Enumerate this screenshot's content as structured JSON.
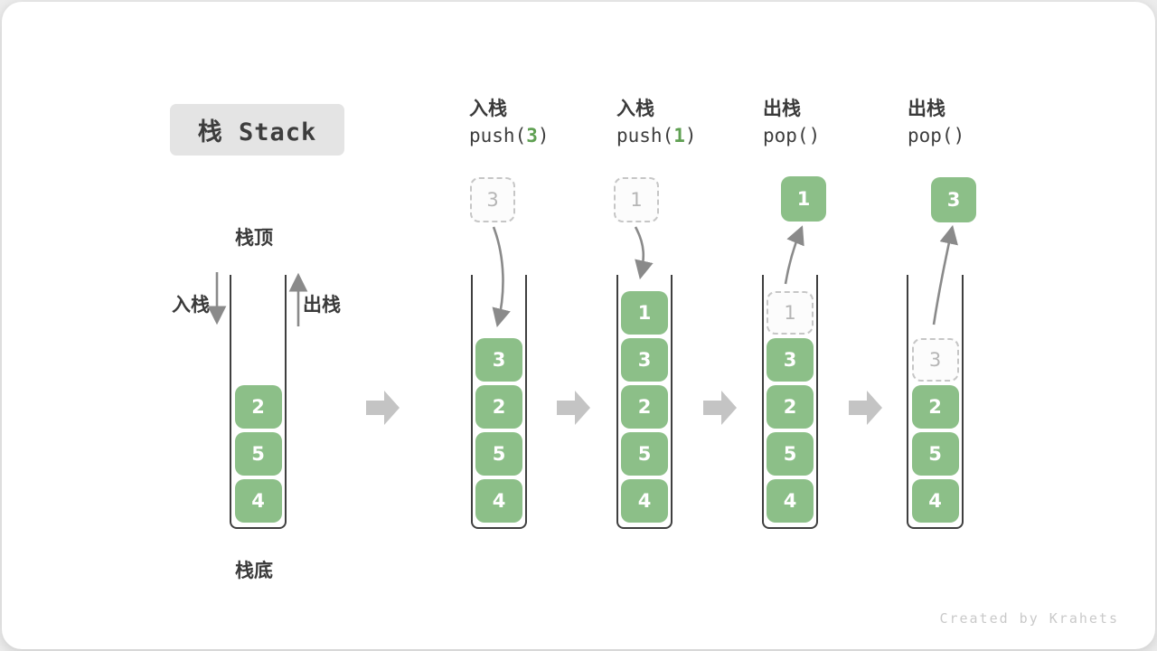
{
  "title": "栈 Stack",
  "labels": {
    "stack_top": "栈顶",
    "stack_bottom": "栈底",
    "push_side": "入栈",
    "pop_side": "出栈"
  },
  "columns": [
    {
      "name": "initial-stack",
      "cells": [
        "2",
        "5",
        "4"
      ]
    },
    {
      "op": "入栈",
      "code_before": "push(",
      "code_arg": "3",
      "code_after": ")",
      "floating_value": "3",
      "cells": [
        "3",
        "2",
        "5",
        "4"
      ]
    },
    {
      "op": "入栈",
      "code_before": "push(",
      "code_arg": "1",
      "code_after": ")",
      "floating_value": "1",
      "cells": [
        "1",
        "3",
        "2",
        "5",
        "4"
      ]
    },
    {
      "op": "出栈",
      "code_before": "pop(",
      "code_arg": "",
      "code_after": ")",
      "floating_value": "1",
      "ghost_value": "1",
      "cells": [
        "3",
        "2",
        "5",
        "4"
      ]
    },
    {
      "op": "出栈",
      "code_before": "pop(",
      "code_arg": "",
      "code_after": ")",
      "floating_value": "3",
      "ghost_value": "3",
      "cells": [
        "2",
        "5",
        "4"
      ]
    }
  ],
  "colors": {
    "cell_green": "#8cbf88",
    "code_arg_green": "#5fa052",
    "arrow_gray": "#8a8a8a",
    "block_arrow_gray": "#c4c4c4",
    "dashed_border": "#c6c6c6",
    "container_border": "#3f3f3f",
    "title_bg": "#e4e4e4"
  },
  "footer": "Created by Krahets"
}
